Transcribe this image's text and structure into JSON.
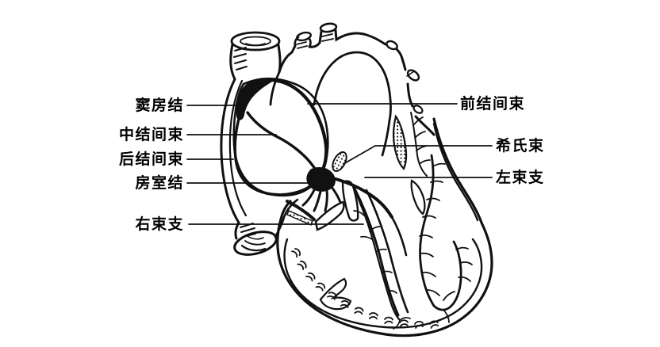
{
  "figure": {
    "type": "heart-conduction-system-diagram",
    "background_color": "#ffffff",
    "line_color": "#111111"
  },
  "labels": {
    "left": [
      {
        "id": "sinoatrial-node",
        "text": "窦房结"
      },
      {
        "id": "middle-internodal-tract",
        "text": "中结间束"
      },
      {
        "id": "posterior-internodal-tract",
        "text": "后结间束"
      },
      {
        "id": "atrioventricular-node",
        "text": "房室结"
      },
      {
        "id": "right-bundle-branch",
        "text": "右束支"
      }
    ],
    "right": [
      {
        "id": "anterior-internodal-tract",
        "text": "前结间束"
      },
      {
        "id": "bundle-of-his",
        "text": "希氏束"
      },
      {
        "id": "left-bundle-branch",
        "text": "左束支"
      }
    ]
  }
}
